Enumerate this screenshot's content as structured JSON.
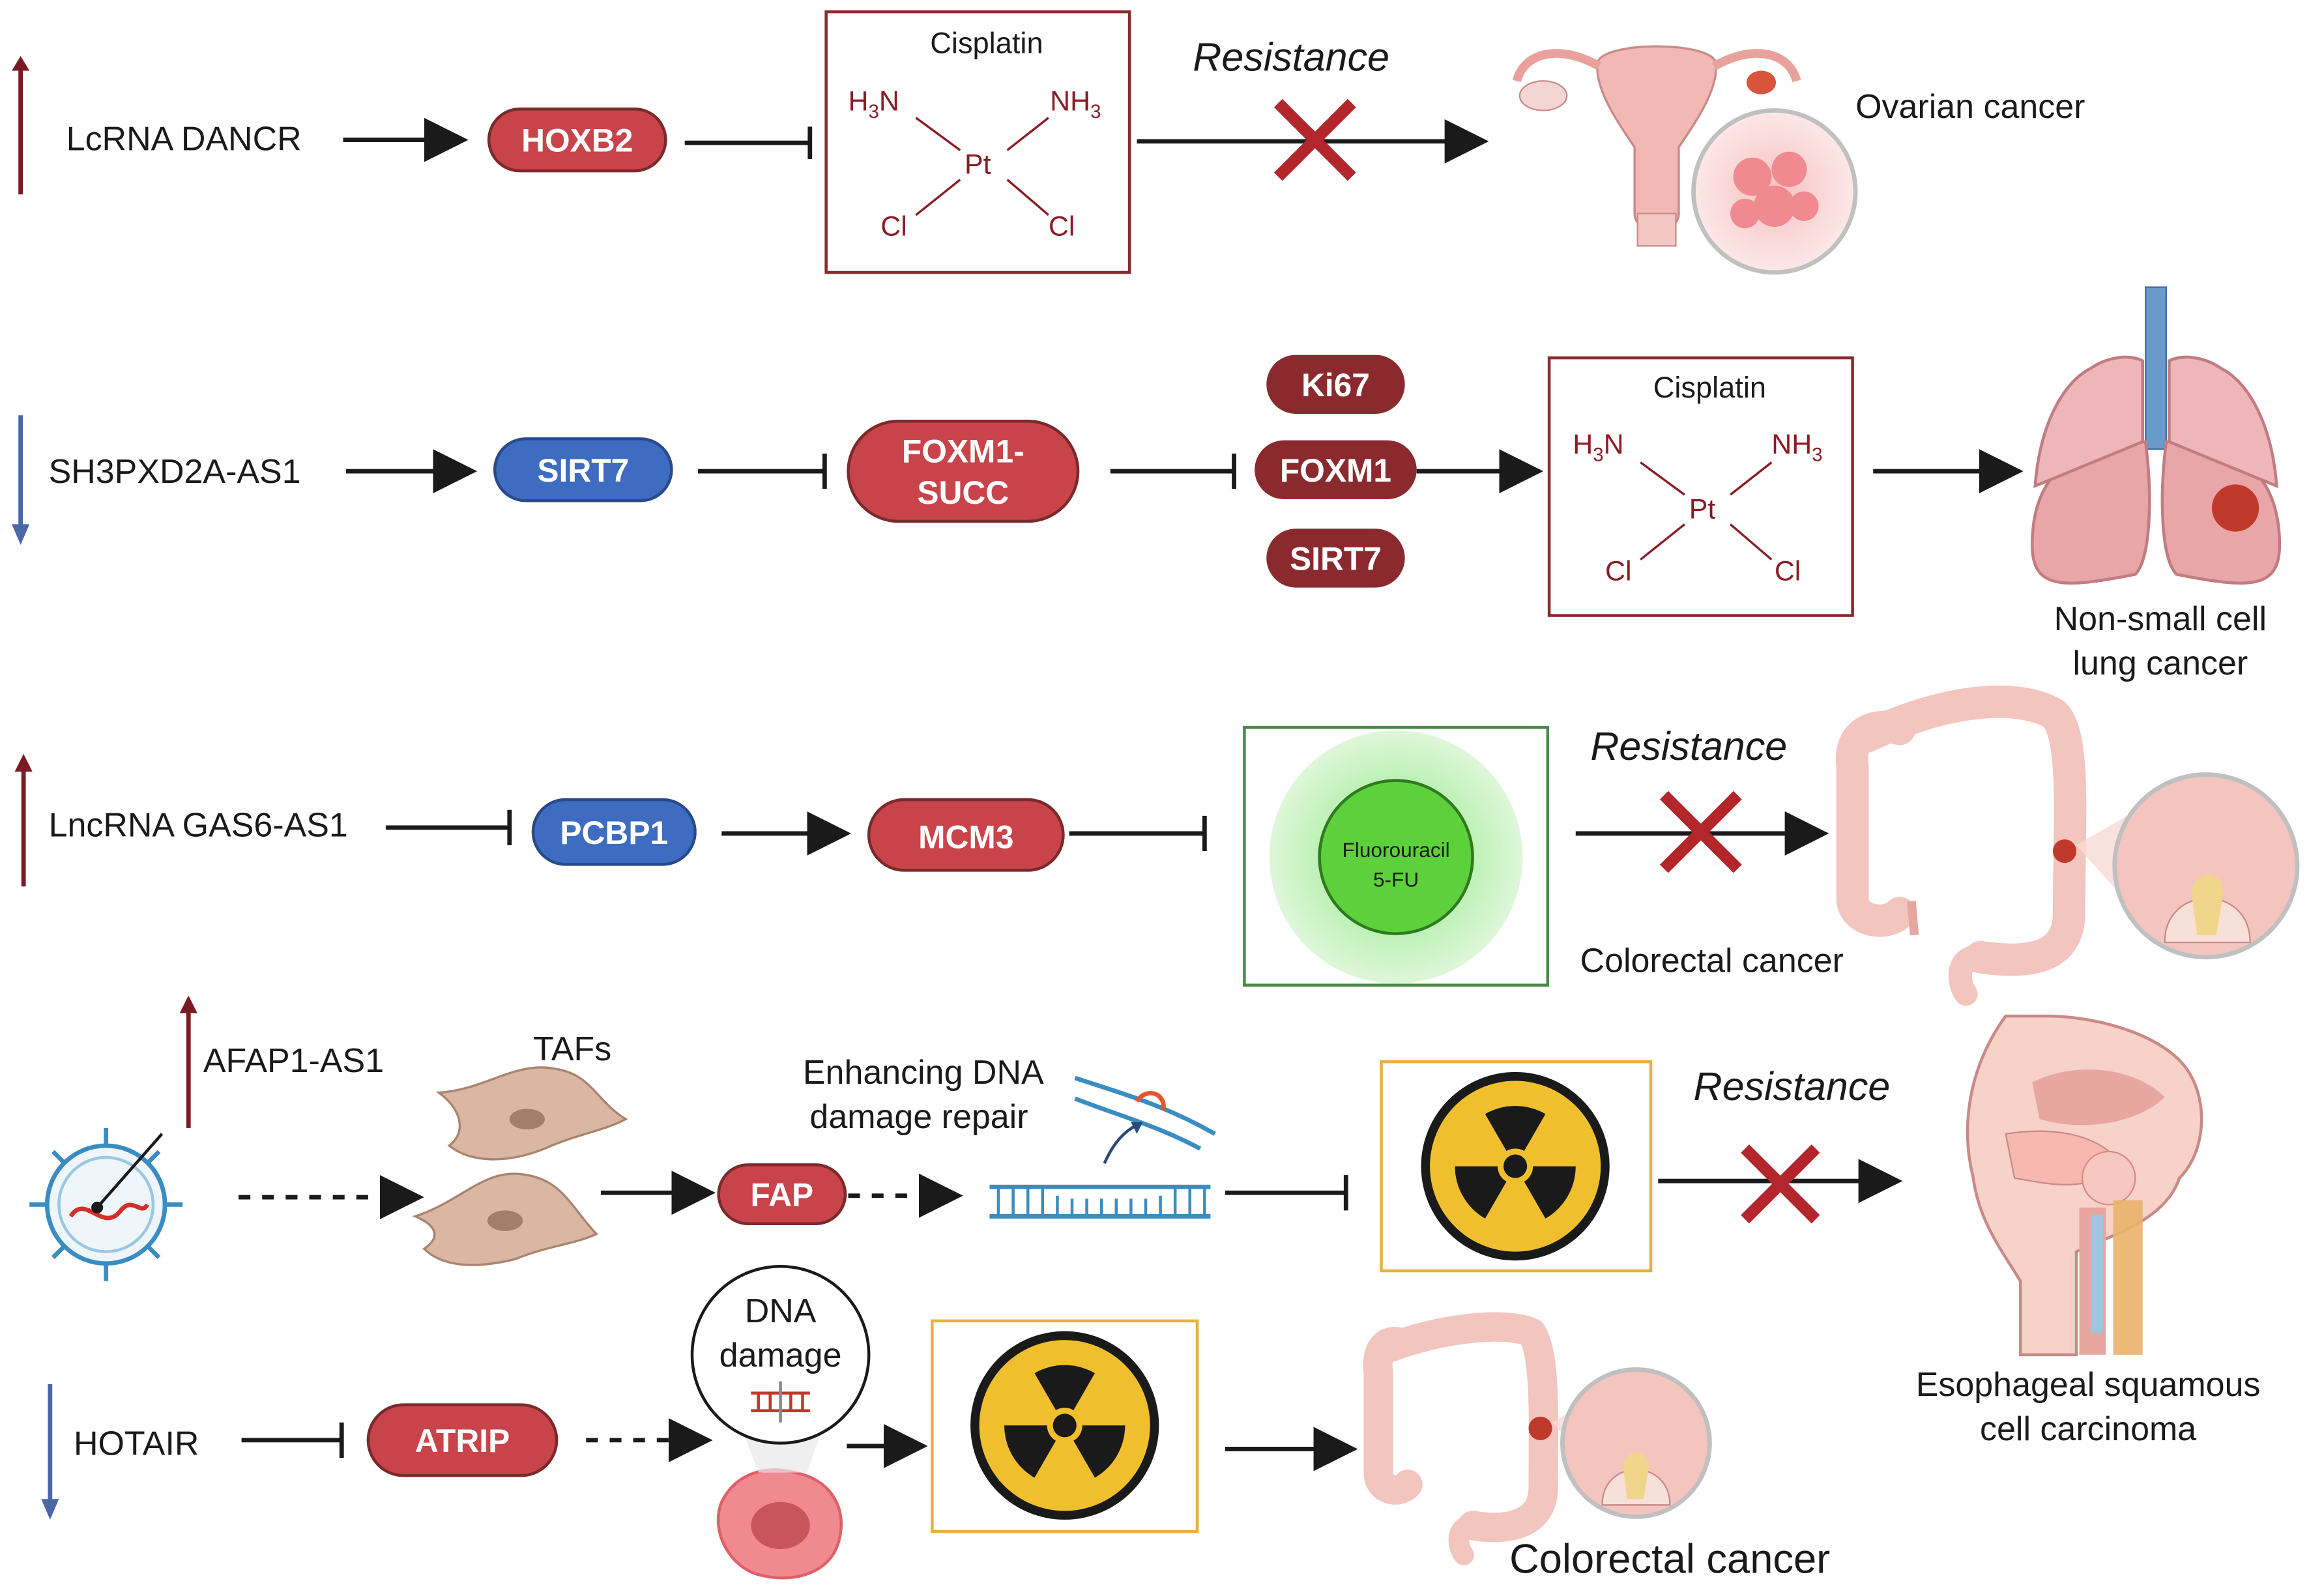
{
  "rows": {
    "ovarian": {
      "gene": "LcRNA DANCR",
      "target": "HOXB2",
      "drug": {
        "name": "Cisplatin",
        "h3n": "H",
        "nh3": "NH",
        "sub3": "3",
        "n": "N",
        "pt": "Pt",
        "cl": "Cl"
      },
      "resistance": "Resistance",
      "cancer": "Ovarian cancer"
    },
    "nsclc": {
      "gene": "SH3PXD2A-AS1",
      "target1": "SIRT7",
      "target2": [
        "FOXM1-",
        "SUCC"
      ],
      "markers": [
        "Ki67",
        "FOXM1",
        "SIRT7"
      ],
      "drug": {
        "name": "Cisplatin"
      },
      "cancer": [
        "Non-small cell",
        "lung cancer"
      ]
    },
    "colorectal_5fu": {
      "gene": "LncRNA GAS6-AS1",
      "target1": "PCBP1",
      "target2": "MCM3",
      "drug": [
        "Fluorouracil",
        "5-FU"
      ],
      "resistance": "Resistance",
      "cancer": "Colorectal cancer"
    },
    "escc": {
      "gene": "AFAP1-AS1",
      "cells": "TAFs",
      "target": "FAP",
      "process": [
        "Enhancing DNA",
        "damage repair"
      ],
      "resistance": "Resistance",
      "cancer": [
        "Esophageal squamous",
        "cell carcinoma"
      ]
    },
    "colorectal_radio": {
      "gene": "HOTAIR",
      "target": "ATRIP",
      "process": [
        "DNA",
        "damage"
      ],
      "cancer": "Colorectal cancer"
    }
  },
  "colors": {
    "red_pill": "#c9444a",
    "dark_red_pill": "#8b2a2e",
    "blue_pill": "#3d6cc0",
    "up_arrow": "#7a1a22",
    "down_arrow": "#4a67a8",
    "cross": "#b3262c",
    "drug_box": "#8a2a2f",
    "fu_box": "#4d8a4a",
    "radiation_box": "#e8b040",
    "radiation_yellow": "#f0bf2e"
  },
  "icons": [
    "ovary-icon",
    "lung-icon",
    "colon-icon",
    "throat-icon",
    "exosome-icon",
    "fibroblast-icon",
    "dna-icon",
    "radiation-icon",
    "tumor-cell-icon"
  ]
}
